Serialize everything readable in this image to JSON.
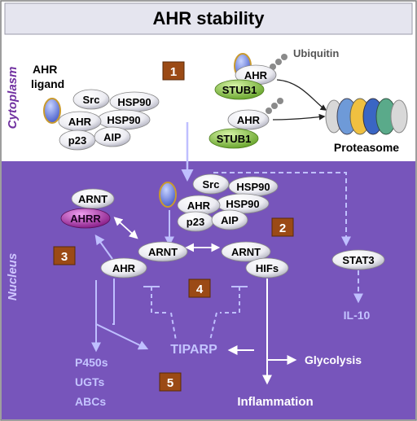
{
  "title": "AHR stability",
  "compartments": {
    "cytoplasm": "Cytoplasm",
    "nucleus": "Nucleus"
  },
  "steps": [
    "1",
    "2",
    "3",
    "4",
    "5"
  ],
  "cytoplasm": {
    "ligand_line1": "AHR",
    "ligand_line2": "ligand",
    "complex": {
      "src": "Src",
      "hsp90_a": "HSP90",
      "hsp90_b": "HSP90",
      "ahr": "AHR",
      "p23": "p23",
      "aip": "AIP"
    },
    "degradation": {
      "ubiquitin": "Ubiquitin",
      "ahr_1": "AHR",
      "stub1_1": "STUB1",
      "ahr_2": "AHR",
      "stub1_2": "STUB1",
      "proteasome": "Proteasome"
    }
  },
  "nucleus": {
    "complex": {
      "src": "Src",
      "hsp90_a": "HSP90",
      "hsp90_b": "HSP90",
      "ahr": "AHR",
      "p23": "p23",
      "aip": "AIP"
    },
    "arnt_left": "ARNT",
    "ahrr": "AHRR",
    "arnt_center": "ARNT",
    "ahr_center": "AHR",
    "arnt_right": "ARNT",
    "hifs": "HIFs",
    "stat3": "STAT3",
    "il10": "IL-10",
    "tiparp": "TIPARP",
    "targets": [
      "P450s",
      "UGTs",
      "ABCs"
    ],
    "glycolysis": "Glycolysis",
    "inflammation": "Inflammation"
  },
  "colors": {
    "nucleus": "#7755bb",
    "cytoplasm": "#ffffff",
    "title_bar": "#e5e5ef",
    "step_box": "#9b4a15",
    "stub1": "#8cc34a",
    "ahrr": "#b03cb0",
    "ligand": "#6f86e6",
    "arrow_light": "#bfbfff"
  }
}
